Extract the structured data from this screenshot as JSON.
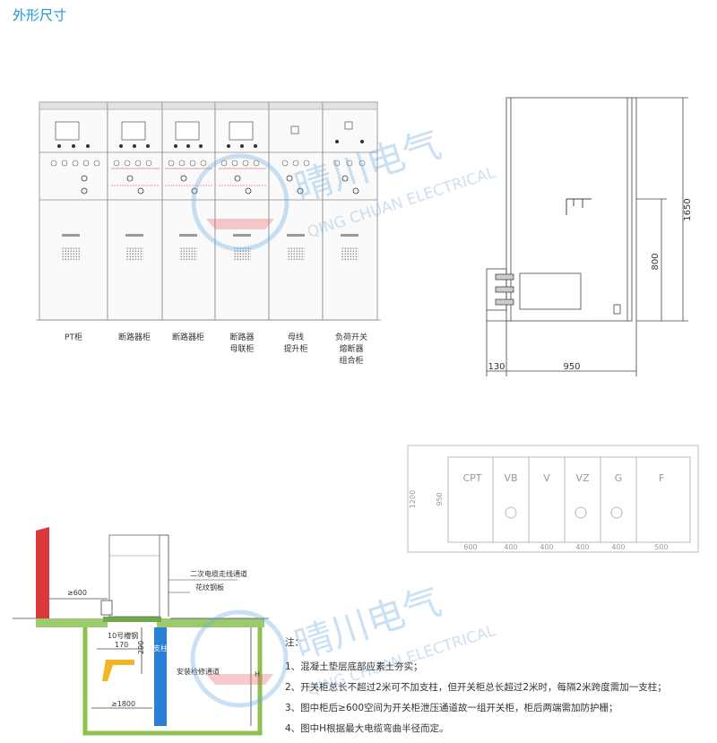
{
  "header": {
    "title": "外形尺寸"
  },
  "watermark": {
    "brand": "晴川电气",
    "brand_en": "QING CHUAN ELECTRICAL"
  },
  "front_view": {
    "labels": [
      "PT柜",
      "断路器柜",
      "断路器柜",
      "断路器母联柜",
      "母线提升柜",
      "负荷开关熔断器组合柜"
    ],
    "label_lines": [
      [
        "PT柜"
      ],
      [
        "断路器柜"
      ],
      [
        "断路器柜"
      ],
      [
        "断路器",
        "母联柜"
      ],
      [
        "母线",
        "提升柜"
      ],
      [
        "负荷开关",
        "熔断器",
        "组合柜"
      ]
    ]
  },
  "side_view": {
    "height_total": "1650",
    "height_mid": "800",
    "depth_rear": "130",
    "depth": "950"
  },
  "plan_view": {
    "cells": [
      "CPT",
      "VB",
      "V",
      "VZ",
      "G",
      "F"
    ],
    "widths": [
      "600",
      "400",
      "400",
      "400",
      "400",
      "500"
    ],
    "dim_outer": "1200",
    "dim_inner": "950"
  },
  "trench": {
    "cable_channel": "二次电缆走线通道",
    "checker_plate": "花纹钢板",
    "channel_steel": "10号槽钢",
    "dim_front": "≥600",
    "dim_170": "170",
    "dim_290": "290",
    "dim_bottom": "≥1800",
    "column": "支柱",
    "passage": "安装检修通道",
    "h_mark": "H"
  },
  "notes": {
    "heading": "注：",
    "items": [
      "1、混凝土垫层底部应素土夯实；",
      "2、开关柜总长不超过2米可不加支柱，但开关柜总长超过2米时，每隔2米跨度需加一支柱；",
      "3、图中柜后≥600空间为开关柜泄压通道故一组开关柜，柜后两端需加防护栅；",
      "4、图中H根据最大电缆弯曲半径而定。"
    ]
  },
  "colors": {
    "accent": "#1a96d4",
    "wall_red": "#d8383c",
    "floor_green": "#8cc152",
    "column_blue": "#2c7fd6",
    "bracket_yellow": "#f2b526"
  }
}
